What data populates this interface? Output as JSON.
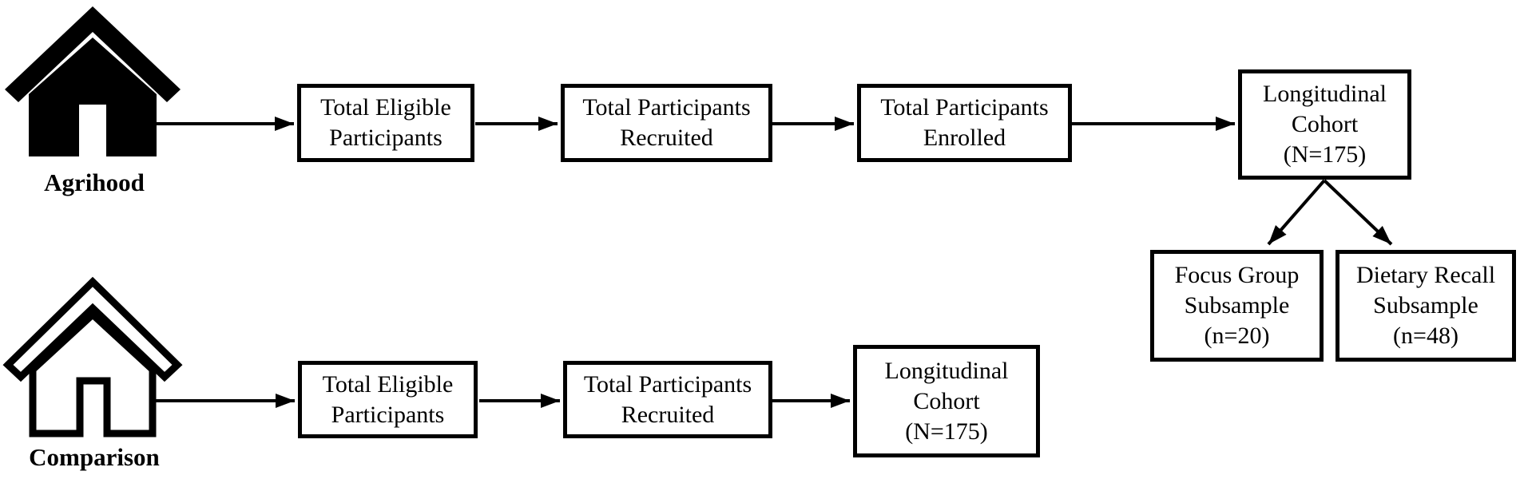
{
  "diagram": {
    "colors": {
      "ink": "#000000",
      "background": "#ffffff"
    },
    "agrihood": {
      "label": "Agrihood",
      "flow": [
        {
          "lines": [
            "Total Eligible",
            "Participants"
          ]
        },
        {
          "lines": [
            "Total Participants",
            "Recruited"
          ]
        },
        {
          "lines": [
            "Total Participants",
            "Enrolled"
          ]
        },
        {
          "lines": [
            "Longitudinal",
            "Cohort",
            "(N=175)"
          ]
        }
      ],
      "subsamples": [
        {
          "lines": [
            "Focus Group",
            "Subsample",
            "(n=20)"
          ]
        },
        {
          "lines": [
            "Dietary Recall",
            "Subsample",
            "(n=48)"
          ]
        }
      ]
    },
    "comparison": {
      "label": "Comparison",
      "flow": [
        {
          "lines": [
            "Total Eligible",
            "Participants"
          ]
        },
        {
          "lines": [
            "Total Participants",
            "Recruited"
          ]
        },
        {
          "lines": [
            "Longitudinal",
            "Cohort",
            "(N=175)"
          ]
        }
      ]
    }
  }
}
